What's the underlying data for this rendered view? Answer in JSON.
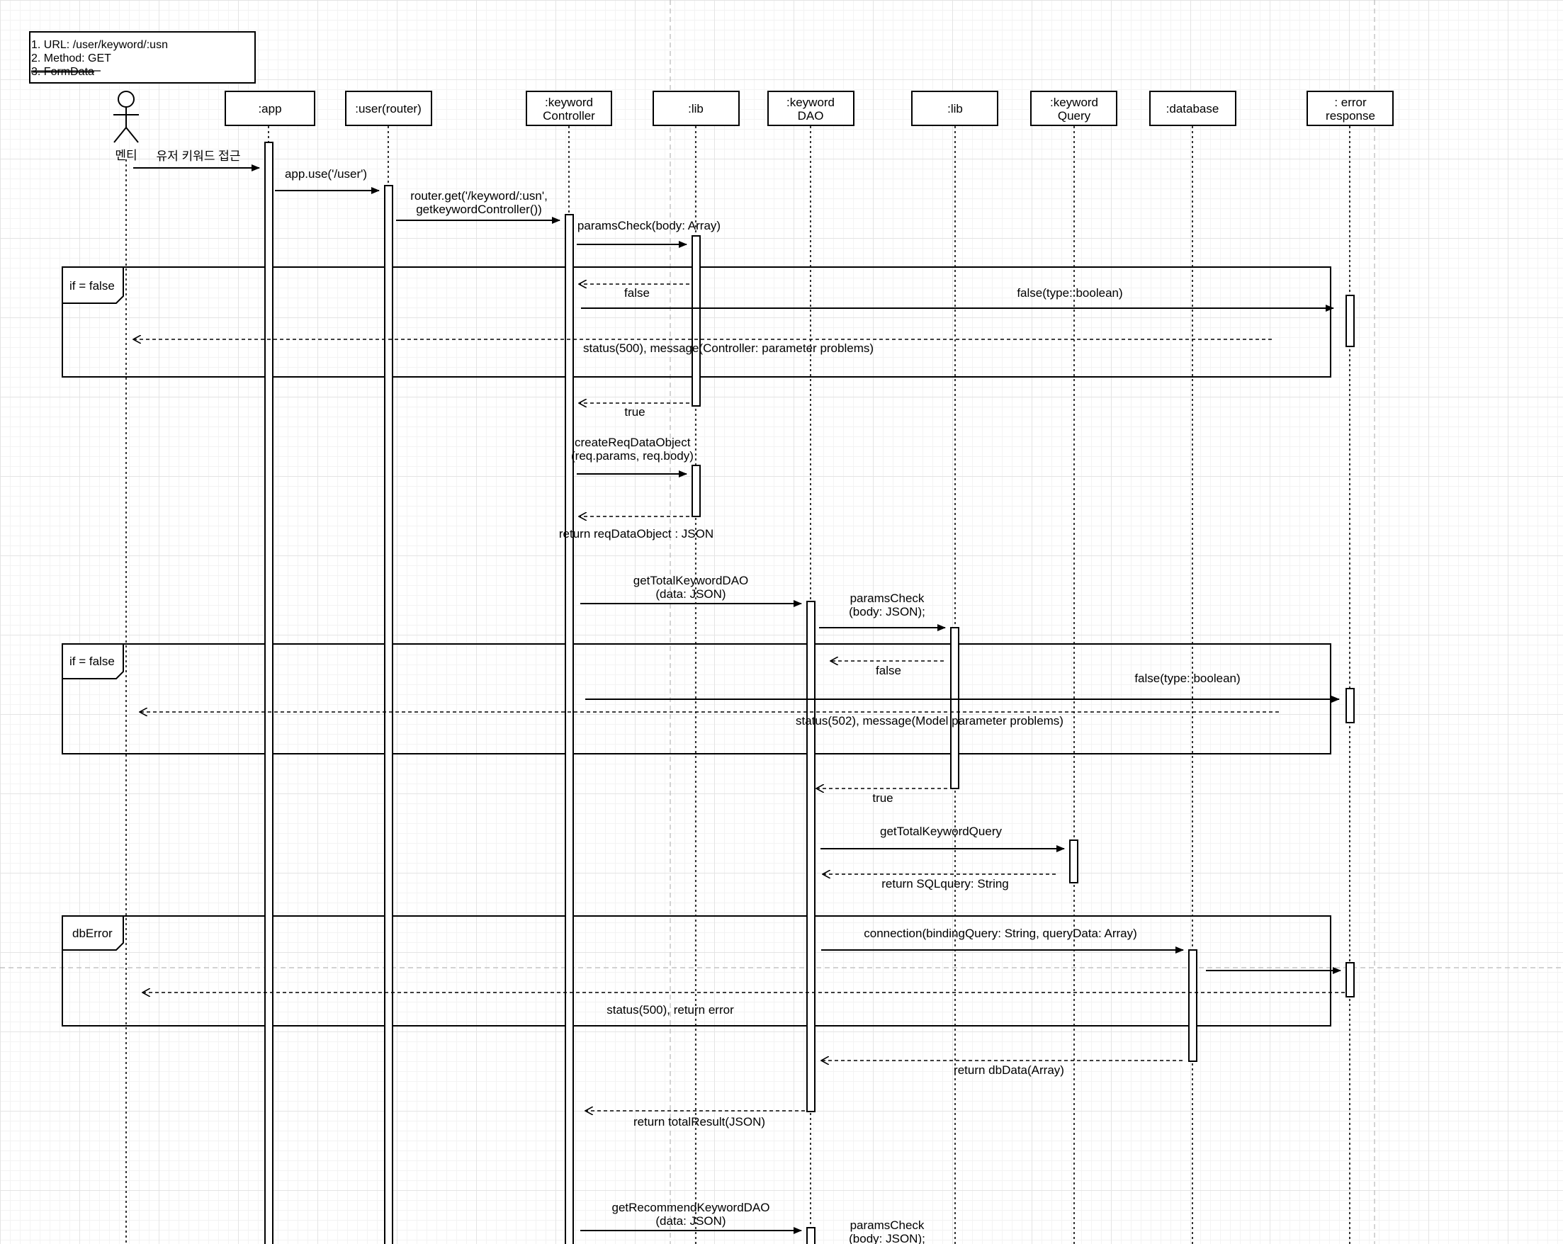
{
  "note": {
    "lines": [
      "1. URL: /user/keyword/:usn",
      "2. Method: GET",
      "3. FormData "
    ]
  },
  "actor": {
    "label": "멘티"
  },
  "participants": [
    {
      "id": "app",
      "lines": [
        ":app"
      ]
    },
    {
      "id": "router",
      "lines": [
        ":user(router)"
      ]
    },
    {
      "id": "controller",
      "lines": [
        ":keyword",
        "Controller"
      ]
    },
    {
      "id": "lib1",
      "lines": [
        ":lib"
      ]
    },
    {
      "id": "dao",
      "lines": [
        ":keyword",
        "DAO"
      ]
    },
    {
      "id": "lib2",
      "lines": [
        ":lib"
      ]
    },
    {
      "id": "query",
      "lines": [
        ":keyword",
        "Query"
      ]
    },
    {
      "id": "database",
      "lines": [
        ":database"
      ]
    },
    {
      "id": "error",
      "lines": [
        ": error",
        "response"
      ]
    }
  ],
  "fragments": [
    {
      "label": "if = false"
    },
    {
      "label": "if = false"
    },
    {
      "label": "dbError"
    }
  ],
  "messages": [
    {
      "type": "sync",
      "lines": [
        "유저 키워드 접근"
      ]
    },
    {
      "type": "sync",
      "lines": [
        "app.use('/user')"
      ]
    },
    {
      "type": "sync",
      "lines": [
        "router.get('/keyword/:usn',",
        "getkeywordController())"
      ]
    },
    {
      "type": "sync",
      "lines": [
        "paramsCheck(body: Array)"
      ]
    },
    {
      "type": "return",
      "lines": [
        "false"
      ]
    },
    {
      "type": "sync",
      "lines": [
        "false(type: boolean)"
      ]
    },
    {
      "type": "return",
      "lines": [
        "status(500), message(Controller: parameter problems)"
      ]
    },
    {
      "type": "return",
      "lines": [
        "true"
      ]
    },
    {
      "type": "sync",
      "lines": [
        "createReqDataObject",
        "(req.params, req.body)"
      ]
    },
    {
      "type": "return",
      "lines": [
        "return reqDataObject : JSON"
      ]
    },
    {
      "type": "sync",
      "lines": [
        "getTotalKeywordDAO",
        "(data: JSON)"
      ]
    },
    {
      "type": "sync",
      "lines": [
        "paramsCheck",
        "(body: JSON);"
      ]
    },
    {
      "type": "return",
      "lines": [
        "false"
      ]
    },
    {
      "type": "sync",
      "lines": [
        "false(type: boolean)"
      ]
    },
    {
      "type": "return",
      "lines": [
        "status(502), message(Model parameter problems)"
      ]
    },
    {
      "type": "return",
      "lines": [
        "true"
      ]
    },
    {
      "type": "sync",
      "lines": [
        "getTotalKeywordQuery"
      ]
    },
    {
      "type": "return",
      "lines": [
        "return SQLquery: String"
      ]
    },
    {
      "type": "sync",
      "lines": [
        "connection(bindingQuery: String, queryData: Array)"
      ]
    },
    {
      "type": "sync",
      "lines": []
    },
    {
      "type": "return",
      "lines": [
        "status(500), return error"
      ]
    },
    {
      "type": "return",
      "lines": [
        "return dbData(Array)"
      ]
    },
    {
      "type": "return",
      "lines": [
        "return totalResult(JSON)"
      ]
    },
    {
      "type": "sync",
      "lines": [
        "getRecommendKeywordDAO",
        "(data: JSON)"
      ]
    },
    {
      "type": "sync",
      "lines": [
        "paramsCheck",
        "(body: JSON);"
      ]
    }
  ]
}
